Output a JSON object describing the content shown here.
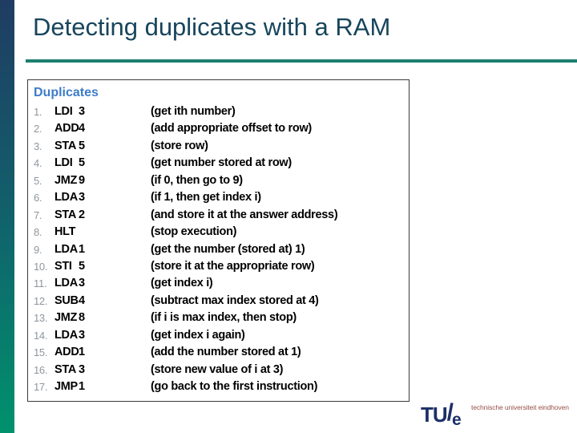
{
  "title": "Detecting duplicates with a RAM",
  "program": {
    "name": "Duplicates",
    "rows": [
      {
        "num": "1.",
        "op": "LDI",
        "arg": "3",
        "comment": "(get ith number)"
      },
      {
        "num": "2.",
        "op": "ADD",
        "arg": "4",
        "comment": "(add appropriate offset to row)"
      },
      {
        "num": "3.",
        "op": "STA",
        "arg": "5",
        "comment": "(store row)"
      },
      {
        "num": "4.",
        "op": "LDI",
        "arg": "5",
        "comment": "(get number stored at row)"
      },
      {
        "num": "5.",
        "op": "JMZ",
        "arg": "9",
        "comment": "(if 0, then go to 9)"
      },
      {
        "num": "6.",
        "op": "LDA",
        "arg": "3",
        "comment": "(if 1, then get index i)"
      },
      {
        "num": "7.",
        "op": "STA",
        "arg": "2",
        "comment": "(and store it at the answer address)"
      },
      {
        "num": "8.",
        "op": "HLT",
        "arg": "",
        "comment": "(stop execution)"
      },
      {
        "num": "9.",
        "op": "LDA",
        "arg": "1",
        "comment": "(get the number (stored at) 1)"
      },
      {
        "num": "10.",
        "op": "STI",
        "arg": "5",
        "comment": "(store it at the appropriate row)"
      },
      {
        "num": "11.",
        "op": "LDA",
        "arg": "3",
        "comment": "(get index i)"
      },
      {
        "num": "12.",
        "op": "SUB",
        "arg": "4",
        "comment": "(subtract max index stored at 4)"
      },
      {
        "num": "13.",
        "op": "JMZ",
        "arg": "8",
        "comment": "(if i is max index, then stop)"
      },
      {
        "num": "14.",
        "op": "LDA",
        "arg": "3",
        "comment": "(get index i again)"
      },
      {
        "num": "15.",
        "op": "ADD",
        "arg": "1",
        "comment": "(add the number stored at 1)"
      },
      {
        "num": "16.",
        "op": "STA",
        "arg": "3",
        "comment": "(store new value of i at 3)"
      },
      {
        "num": "17.",
        "op": "JMP",
        "arg": "1",
        "comment": "(go back to the first instruction)"
      }
    ]
  },
  "logo": {
    "tu": "TU",
    "slash": "/",
    "e": "e",
    "tagline": "technische universiteit eindhoven"
  },
  "colors": {
    "accent_bar_top": "#1f3c62",
    "accent_bar_bottom": "#00926d",
    "title": "#17455c",
    "title_rule": "#1c7f6e",
    "program_name": "#3d7cc7",
    "line_number": "#8f969c",
    "code_text": "#000000",
    "box_border": "#3a3a3a",
    "logo_navy": "#1c2f68",
    "logo_tagline": "#96504a"
  }
}
